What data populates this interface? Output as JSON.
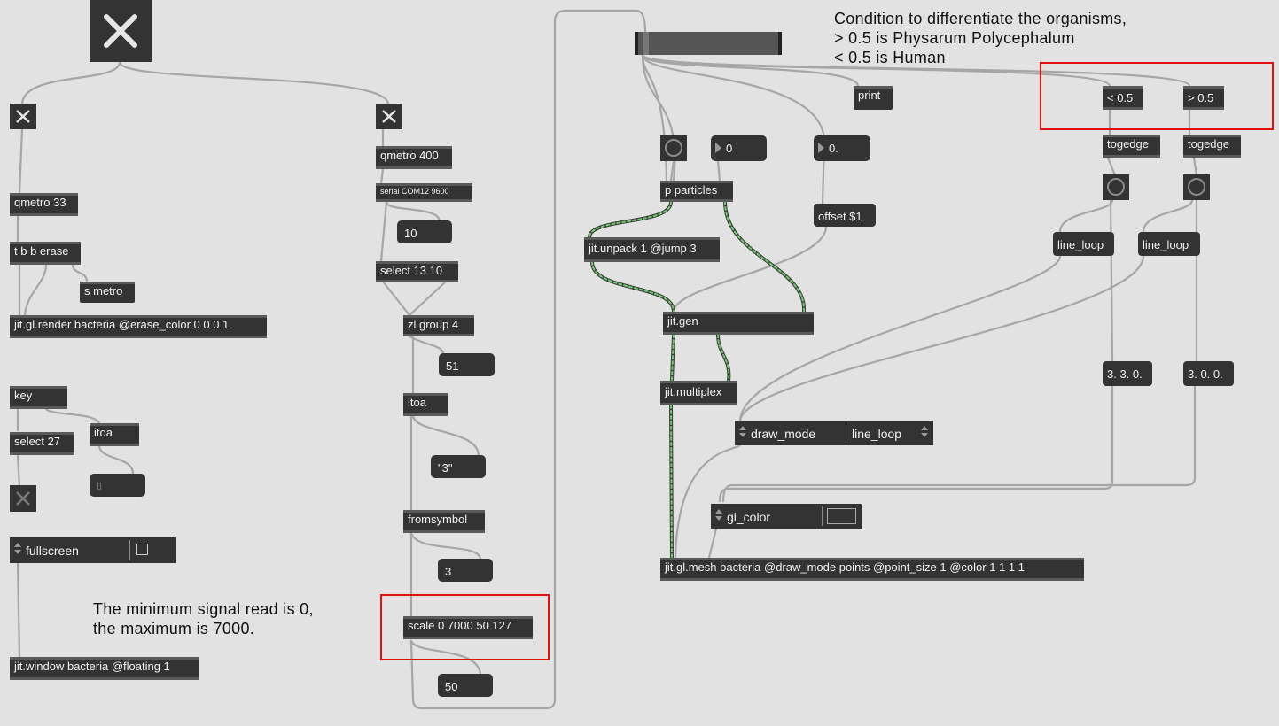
{
  "objects": {
    "qmetro_33": "qmetro 33",
    "t_b_b_erase": "t b b erase",
    "s_metro": "s metro",
    "jit_gl_render": "jit.gl.render bacteria @erase_color 0 0 0 1",
    "key": "key",
    "select_27": "select 27",
    "itoa_left": "itoa",
    "jit_window": "jit.window bacteria @floating 1",
    "qmetro_400": "qmetro 400",
    "serial": "serial COM12 9600",
    "select_13_10": "select 13 10",
    "zl_group": "zl group 4",
    "itoa_mid": "itoa",
    "fromsymbol": "fromsymbol",
    "scale": "scale 0 7000 50 127",
    "print": "print",
    "p_particles": "p particles",
    "offset_msg": "offset $1",
    "jit_unpack": "jit.unpack 1 @jump 3",
    "jit_gen": "jit.gen",
    "jit_multiplex": "jit.multiplex",
    "jit_gl_mesh": "jit.gl.mesh bacteria @draw_mode points @point_size 1 @color 1 1 1 1",
    "lt_05": "< 0.5",
    "gt_05": "> 0.5",
    "togedge_1": "togedge",
    "togedge_2": "togedge",
    "line_loop_1": "line_loop",
    "line_loop_2": "line_loop",
    "color_msg_1": "3. 3. 0.",
    "color_msg_2": "3. 0. 0."
  },
  "numbers": {
    "num_10": "10",
    "num_51": "51",
    "msg_3q": "\"3\"",
    "num_3": "3",
    "num_50": "50",
    "num_0": "0",
    "num_0f": "0.",
    "key_out": "▯"
  },
  "attrui": {
    "fullscreen_name": "fullscreen",
    "draw_mode_name": "draw_mode",
    "draw_mode_value": "line_loop",
    "gl_color_name": "gl_color"
  },
  "comments": {
    "condition": "Condition to differentiate the organisms,\n> 0.5 is Physarum Polycephalum\n< 0.5 is Human",
    "signal": "The minimum signal read is 0,\nthe maximum is 7000."
  },
  "colors": {
    "canvas": "#e2e2e2",
    "object_bg": "#333333",
    "cable": "#a8a8a8",
    "matrix_cable": "#4caf50",
    "highlight_box": "#e01010"
  }
}
